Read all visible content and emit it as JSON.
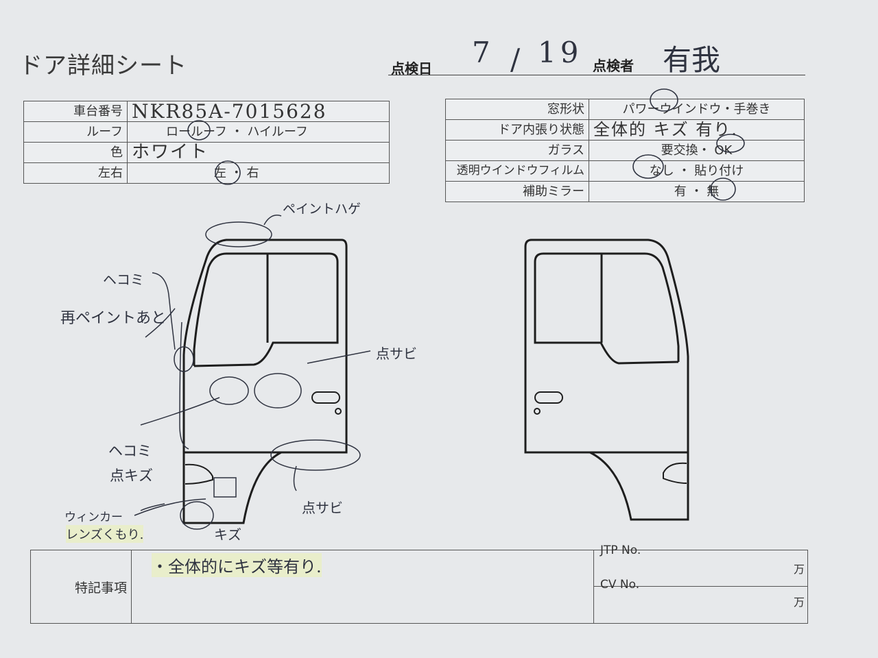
{
  "header": {
    "title": "ドア詳細シート",
    "date_label": "点検日",
    "date_month": "7",
    "date_sep": "/",
    "date_day": "19",
    "inspector_label": "点検者",
    "inspector": "有我"
  },
  "left_table": [
    {
      "label": "車台番号",
      "value": "NKR85A-7015628"
    },
    {
      "label": "ルーフ",
      "value": "ロールーフ ・ ハイルーフ"
    },
    {
      "label": "色",
      "value": "ホワイト"
    },
    {
      "label": "左右",
      "value": "左 ・ 右"
    }
  ],
  "right_table": [
    {
      "label": "窓形状",
      "value": "パワーウインドウ・手巻き"
    },
    {
      "label": "ドア内張り状態",
      "value": "全体的 キズ 有り."
    },
    {
      "label": "ガラス",
      "value": "要交換・ OK"
    },
    {
      "label": "透明ウインドウフィルム",
      "value": "なし ・ 貼り付け"
    },
    {
      "label": "補助ミラー",
      "value": "有 ・ 無"
    }
  ],
  "annotations": {
    "paint_fade": "ペイントハゲ",
    "dent_top": "ヘコミ",
    "repaint": "再ペイントあと",
    "rust_1": "点サビ",
    "dent_bottom": "ヘコミ",
    "scratch_dots": "点キズ",
    "rust_2": "点サビ",
    "winker_1": "ウィンカー",
    "winker_2": "レンズくもり.",
    "scratch": "キズ"
  },
  "bottom": {
    "notes_label": "特記事項",
    "notes": "・全体的にキズ等有り.",
    "jtp_label": "JTP No.",
    "cv_label": "CV No.",
    "unit": "万"
  }
}
